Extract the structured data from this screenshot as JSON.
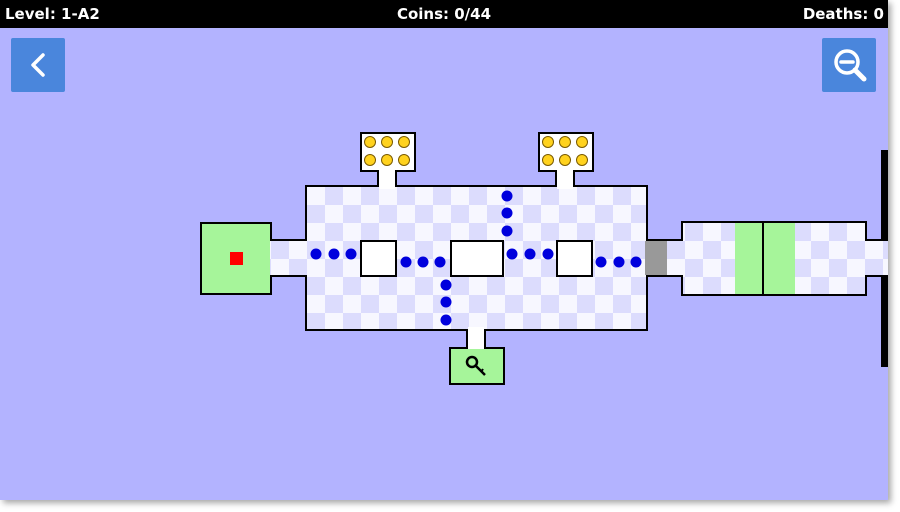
{
  "hud": {
    "level_label": "Level: 1-A2",
    "coins_label": "Coins: 0/44",
    "deaths_label": "Deaths: 0"
  },
  "buttons": [
    {
      "name": "back-button",
      "icon": "chevron-left-icon"
    },
    {
      "name": "zoom-out-button",
      "icon": "zoom-out-icon"
    }
  ],
  "game": {
    "coins_collected": 0,
    "coins_total": 44,
    "deaths": 0,
    "has_key_pickup": true
  },
  "colors": {
    "background": "#b3b3ff",
    "checker_light": "#f7f7ff",
    "checker_dark": "#dcdcfd",
    "safe_zone": "#a6f59a",
    "player": "#ff0000",
    "enemy": "#0000dd",
    "coin": "#ffd21e",
    "gate": "#999999",
    "button_bg": "#4a86dc"
  }
}
